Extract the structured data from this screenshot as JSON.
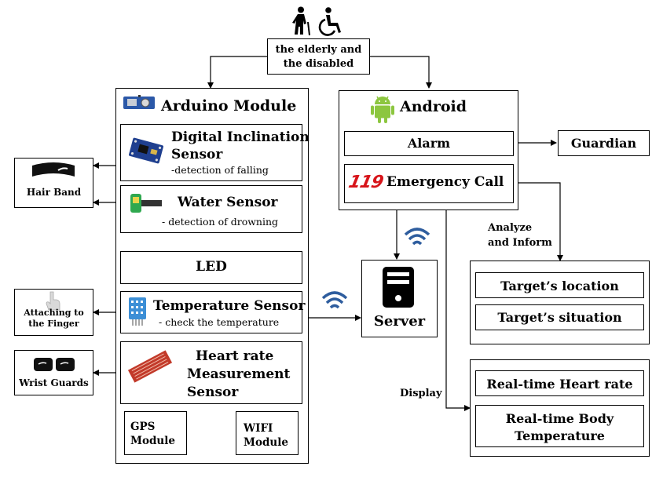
{
  "user": {
    "line1": "the elderly and",
    "line2": "the disabled"
  },
  "arduino": {
    "title": "Arduino Module",
    "inclination": {
      "line1": "Digital Inclination",
      "line2": "Sensor",
      "desc": "-detection of falling"
    },
    "water": {
      "title": "Water Sensor",
      "desc": "-  detection of drowning"
    },
    "led": "LED",
    "temperature": {
      "title": "Temperature Sensor",
      "desc": "- check the temperature"
    },
    "heart": {
      "line1": "Heart rate",
      "line2": "Measurement",
      "line3": "Sensor"
    },
    "gps": {
      "line1": "GPS",
      "line2": "Module"
    },
    "wifi": {
      "line1": "WIFI",
      "line2": "Module"
    }
  },
  "wearables": {
    "hair_band": "Hair Band",
    "finger": {
      "line1": "Attaching to",
      "line2": "the Finger"
    },
    "wrist": "Wrist Guards"
  },
  "android": {
    "title": "Android",
    "alarm": "Alarm",
    "emergency_logo": "119",
    "emergency": "Emergency Call"
  },
  "guardian": "Guardian",
  "server": "Server",
  "analyze": {
    "line1": "Analyze",
    "line2": "and Inform"
  },
  "display_label": "Display",
  "target": {
    "location": "Target’s location",
    "situation": "Target’s situation"
  },
  "realtime": {
    "heart": "Real-time Heart rate",
    "temp_line1": "Real-time Body",
    "temp_line2": "Temperature"
  },
  "colors": {
    "wifi": "#2e5d9e",
    "android": "#8cc63f",
    "emergency": "#d7141a",
    "sensor_board": "#1f3f8f"
  }
}
